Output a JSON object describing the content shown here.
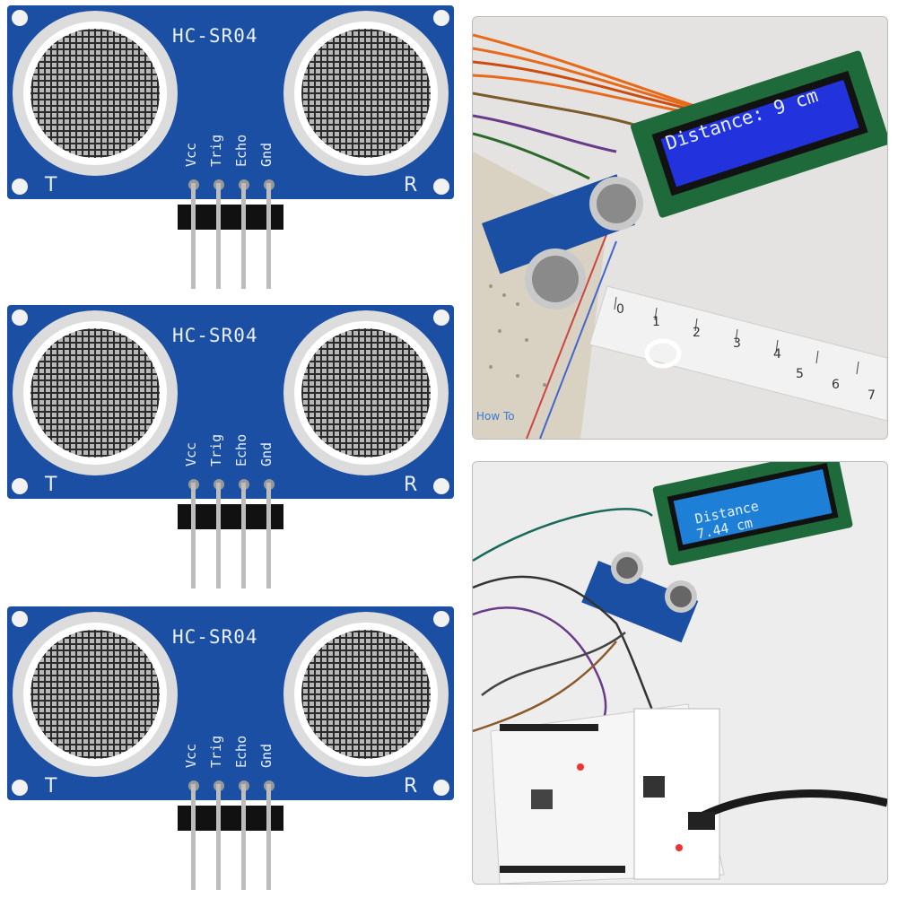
{
  "sensors": [
    {
      "model": "HC-SR04",
      "pins": [
        "Vcc",
        "Trig",
        "Echo",
        "Gnd"
      ],
      "left_mark": "T",
      "right_mark": "R"
    },
    {
      "model": "HC-SR04",
      "pins": [
        "Vcc",
        "Trig",
        "Echo",
        "Gnd"
      ],
      "left_mark": "T",
      "right_mark": "R"
    },
    {
      "model": "HC-SR04",
      "pins": [
        "Vcc",
        "Trig",
        "Echo",
        "Gnd"
      ],
      "left_mark": "T",
      "right_mark": "R"
    }
  ],
  "photo_top": {
    "lcd_text": "Distance: 9 cm",
    "ruler_numbers": [
      "0",
      "1",
      "2",
      "3",
      "4",
      "5",
      "6",
      "7"
    ],
    "watermark": "How To"
  },
  "photo_bottom": {
    "lcd_line1": "Distance",
    "lcd_line2": "7.44 cm"
  },
  "colors": {
    "pcb": "#1b4fa3",
    "lcd_blue": "#2233dd",
    "lcd_light_blue": "#1e7fd6"
  }
}
